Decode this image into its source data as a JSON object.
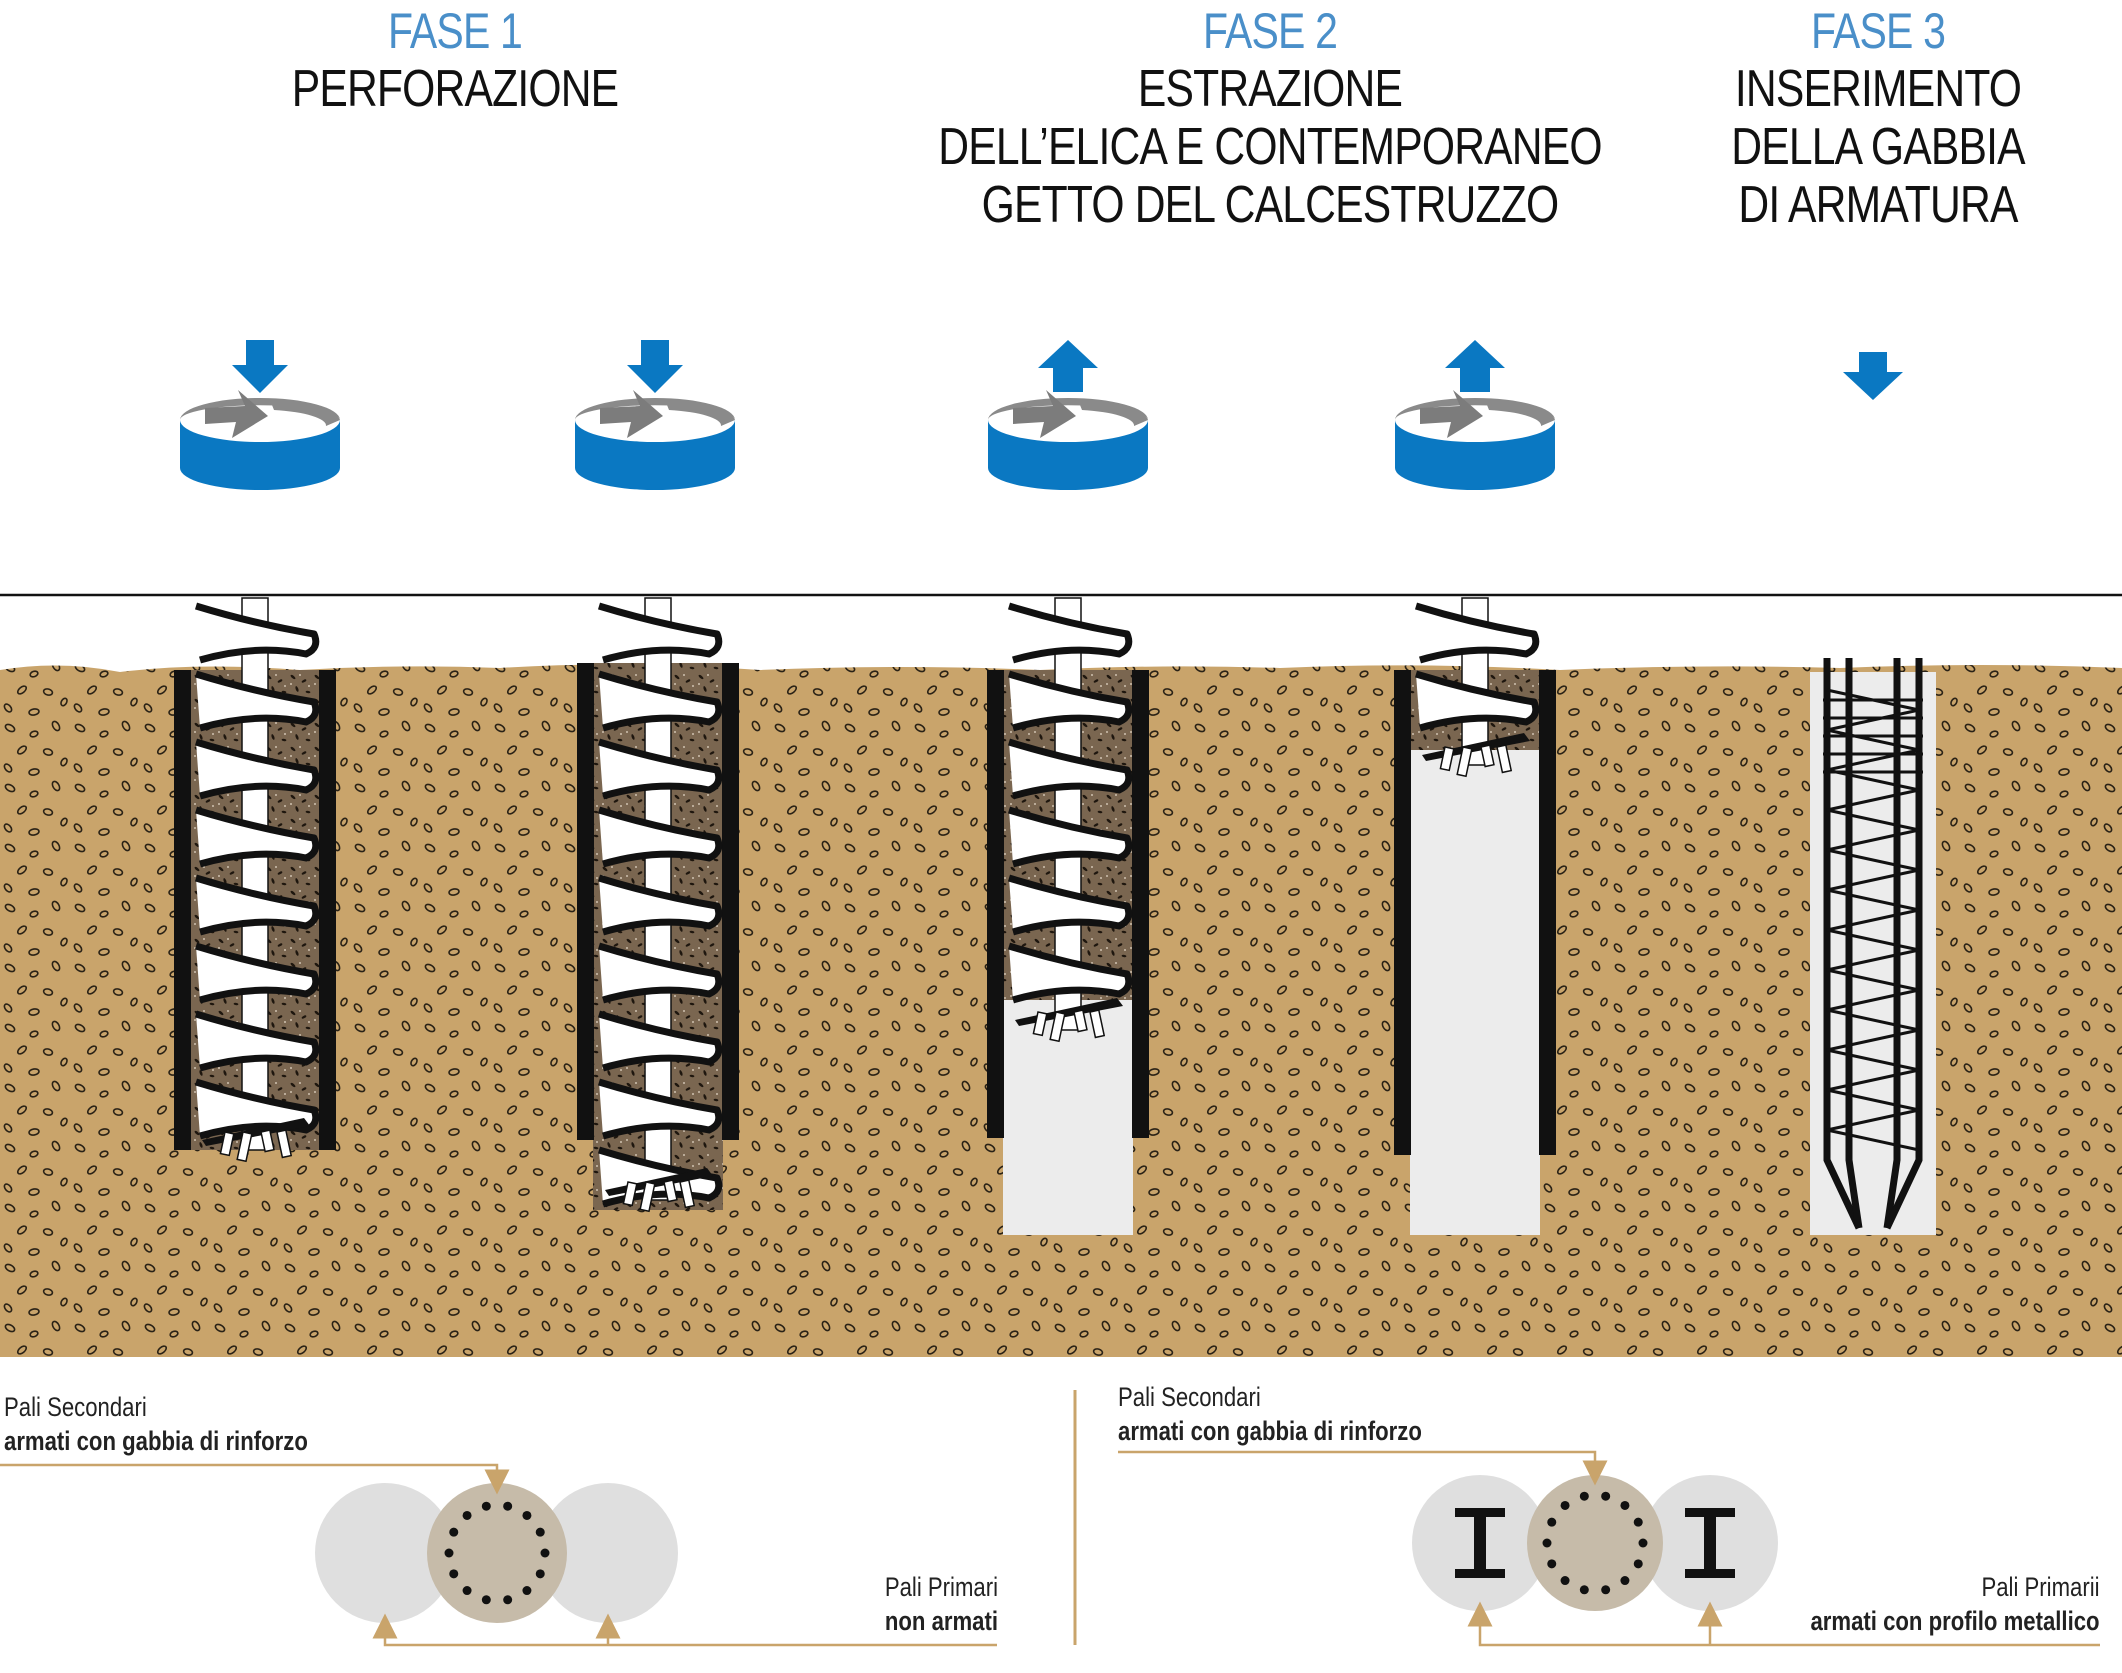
{
  "phases": [
    {
      "num": "FASE 1",
      "lines": [
        "PERFORAZIONE"
      ]
    },
    {
      "num": "FASE 2",
      "lines": [
        "ESTRAZIONE",
        "DELL’ELICA E CONTEMPORANEO",
        "GETTO DEL CALCESTRUZZO"
      ]
    },
    {
      "num": "FASE 3",
      "lines": [
        "INSERIMENTO",
        "DELLA GABBIA",
        "DI ARMATURA"
      ]
    }
  ],
  "legend_left": {
    "secondary_title": "Pali Secondari",
    "secondary_desc": "armati con gabbia di rinforzo",
    "primary_title": "Pali Primari",
    "primary_desc": "non armati"
  },
  "legend_right": {
    "secondary_title": "Pali Secondari",
    "secondary_desc": "armati con gabbia di rinforzo",
    "primary_title": "Pali Primarii",
    "primary_desc": "armati con profilo metallico"
  },
  "colors": {
    "blue": "#0a78c2",
    "phase_blue": "#4a8fc9",
    "soil": "#c9a46b",
    "gold_line": "#c9a46b",
    "concrete": "#ececec",
    "spoil": "#7a6650"
  },
  "icons": [
    "rotation-down-icon",
    "rotation-down-icon",
    "rotation-up-icon",
    "rotation-up-icon",
    "arrow-down-icon"
  ]
}
